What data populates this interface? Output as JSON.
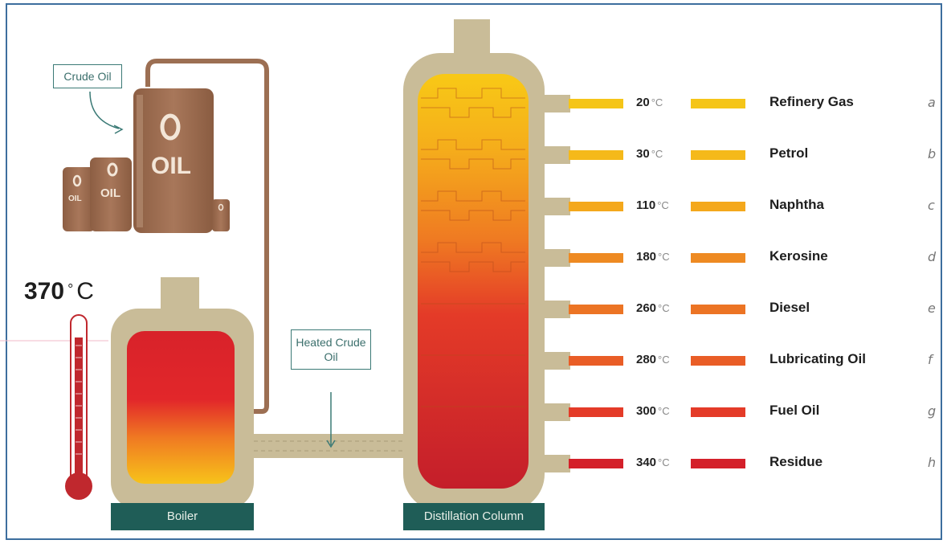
{
  "labels": {
    "crude_oil": "Crude Oil",
    "heated_crude_oil": "Heated Crude Oil",
    "boiler": "Boiler",
    "distillation_column": "Distillation Column",
    "barrel_big": "OIL",
    "barrel_mid": "OIL",
    "barrel_small": "OIL",
    "barrel_o": "O"
  },
  "boiler_temperature": {
    "value": "370",
    "unit": "C",
    "degree": "°"
  },
  "fractions": [
    {
      "temp": "20",
      "unit": "°C",
      "name": "Refinery Gas",
      "letter": "a",
      "color": "#f5c518"
    },
    {
      "temp": "30",
      "unit": "°C",
      "name": "Petrol",
      "letter": "b",
      "color": "#f5b91a"
    },
    {
      "temp": "110",
      "unit": "°C",
      "name": "Naphtha",
      "letter": "c",
      "color": "#f4a81c"
    },
    {
      "temp": "180",
      "unit": "°C",
      "name": "Kerosine",
      "letter": "d",
      "color": "#ee8a22"
    },
    {
      "temp": "260",
      "unit": "°C",
      "name": "Diesel",
      "letter": "e",
      "color": "#ec7424"
    },
    {
      "temp": "280",
      "unit": "°C",
      "name": "Lubricating Oil",
      "letter": "f",
      "color": "#e95d26"
    },
    {
      "temp": "300",
      "unit": "°C",
      "name": "Fuel Oil",
      "letter": "g",
      "color": "#e43b28"
    },
    {
      "temp": "340",
      "unit": "°C",
      "name": "Residue",
      "letter": "h",
      "color": "#d4202a"
    }
  ],
  "colors": {
    "shell": "#c9bc98",
    "plate": "#1f5d57",
    "barrel": "#9e6d4e",
    "pipe": "#9c6f53",
    "thermometer": "#c0282e",
    "frame": "#3d6e9e"
  }
}
